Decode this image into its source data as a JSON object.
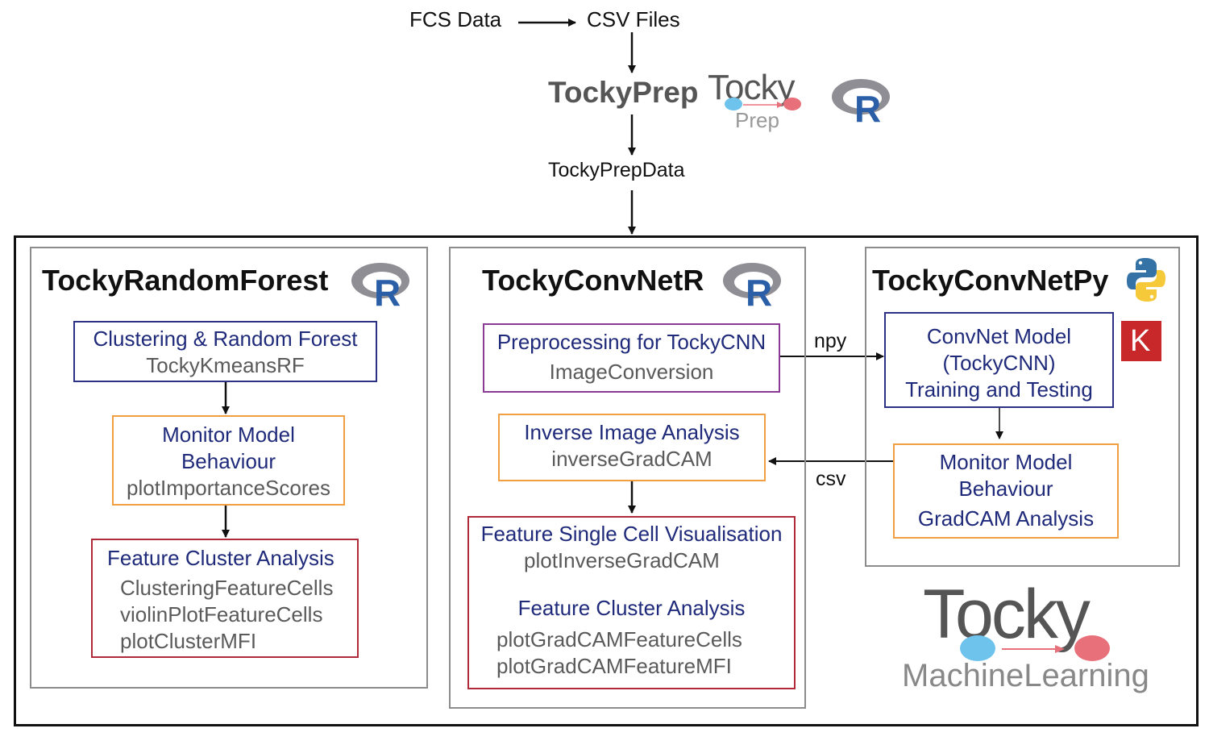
{
  "top": {
    "fcs_label": "FCS Data",
    "csv_label": "CSV Files",
    "prep_title": "TockyPrep",
    "prep_logo": {
      "word": "Tocky",
      "sub": "Prep"
    },
    "prep_data": "TockyPrepData"
  },
  "panels": {
    "random_forest": {
      "title": "TockyRandomForest",
      "clustering": {
        "line1": "Clustering & Random Forest",
        "line2": "TockyKmeansRF"
      },
      "monitor": {
        "line1": "Monitor Model",
        "line2": "Behaviour",
        "line3": "plotImportanceScores"
      },
      "feature": {
        "title": "Feature Cluster Analysis",
        "items": [
          "ClusteringFeatureCells",
          "violinPlotFeatureCells",
          "plotClusterMFI"
        ]
      }
    },
    "convnet_r": {
      "title": "TockyConvNetR",
      "preprocessing": {
        "line1": "Preprocessing for TockyCNN",
        "line2": "ImageConversion"
      },
      "inverse": {
        "line1": "Inverse Image Analysis",
        "line2": "inverseGradCAM"
      },
      "feature": {
        "title1": "Feature Single Cell Visualisation",
        "item1": "plotInverseGradCAM",
        "title2": "Feature Cluster Analysis",
        "items": [
          "plotGradCAMFeatureCells",
          "plotGradCAMFeatureMFI"
        ]
      }
    },
    "convnet_py": {
      "title": "TockyConvNetPy",
      "model": {
        "line1": "ConvNet Model",
        "line2": "(TockyCNN)",
        "line3": "Training and Testing"
      },
      "monitor": {
        "line1": "Monitor Model",
        "line2": "Behaviour",
        "line3": "GradCAM Analysis"
      },
      "keras_letter": "K"
    }
  },
  "edges": {
    "npy_label": "npy",
    "csv_label": "csv"
  },
  "brand": {
    "word": "Tocky",
    "sub": "MachineLearning"
  },
  "r_logo_letter": "R",
  "colors": {
    "navy": "#1f2a7a",
    "orange": "#f0a040",
    "red": "#b02a3a",
    "purple": "#8a3a95",
    "blue_dot": "#6ec3ec",
    "red_dot": "#e8707a",
    "r_blue": "#2a5fa8",
    "keras_red": "#c8282a",
    "python_blue": "#3572a5",
    "python_yellow": "#f5c93a"
  }
}
